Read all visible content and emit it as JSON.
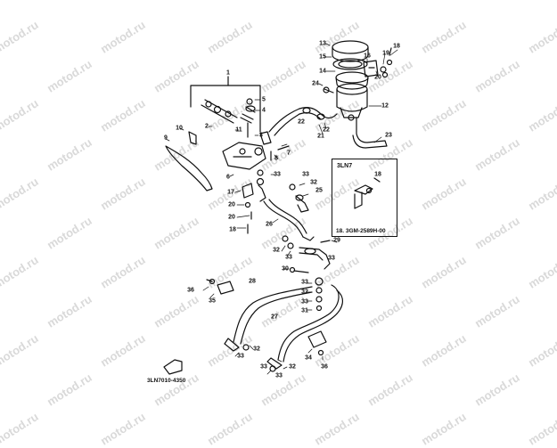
{
  "watermark": "motod.ru",
  "inset": {
    "title": "3LN7",
    "part_number": "18",
    "note": "18. 3GM-2589H-00"
  },
  "diagram_code": "3LN7010-4350",
  "callouts": {
    "n1": "1",
    "n2": "2",
    "n3": "3",
    "n4": "4",
    "n5": "5",
    "n6": "6",
    "n7": "7",
    "n8": "8",
    "n9": "9",
    "n10": "10",
    "n11": "11",
    "n12": "12",
    "n13": "13",
    "n14": "14",
    "n15": "15",
    "n16": "16",
    "n17": "17",
    "n18a": "18",
    "n18b": "18",
    "n19": "19",
    "n20a": "20",
    "n20b": "20",
    "n20c": "20",
    "n21": "21",
    "n22a": "22",
    "n22b": "22",
    "n23": "23",
    "n24": "24",
    "n25": "25",
    "n26": "26",
    "n27": "27",
    "n28": "28",
    "n29": "29",
    "n30": "30",
    "n31": "31",
    "n32a": "32",
    "n32b": "32",
    "n32c": "32",
    "n32d": "32",
    "n32e": "32",
    "n33a": "33",
    "n33b": "33",
    "n33c": "33",
    "n33d": "33",
    "n33e": "33",
    "n33f": "33",
    "n33g": "33",
    "n33h": "33",
    "n33i": "33",
    "n34": "34",
    "n35": "35",
    "n36a": "36",
    "n36b": "36"
  }
}
